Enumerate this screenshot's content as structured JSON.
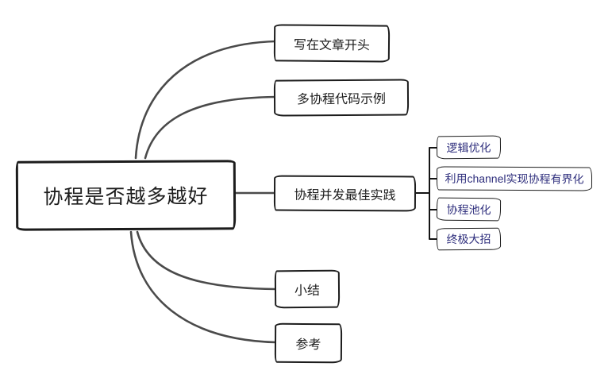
{
  "colors": {
    "background": "#ffffff",
    "node_border": "#1c1c1c",
    "main_text": "#1c1c1c",
    "child_text": "#2f2f7d",
    "connector": "#4a4a4a",
    "bracket": "#141414"
  },
  "mindmap": {
    "root": {
      "label": "协程是否越多越好"
    },
    "branches": [
      {
        "label": "写在文章开头",
        "children": []
      },
      {
        "label": "多协程代码示例",
        "children": []
      },
      {
        "label": "协程并发最佳实践",
        "children": [
          {
            "label": "逻辑优化"
          },
          {
            "label": "利用channel实现协程有界化"
          },
          {
            "label": "协程池化"
          },
          {
            "label": "终极大招"
          }
        ]
      },
      {
        "label": "小结",
        "children": []
      },
      {
        "label": "参考",
        "children": []
      }
    ]
  }
}
